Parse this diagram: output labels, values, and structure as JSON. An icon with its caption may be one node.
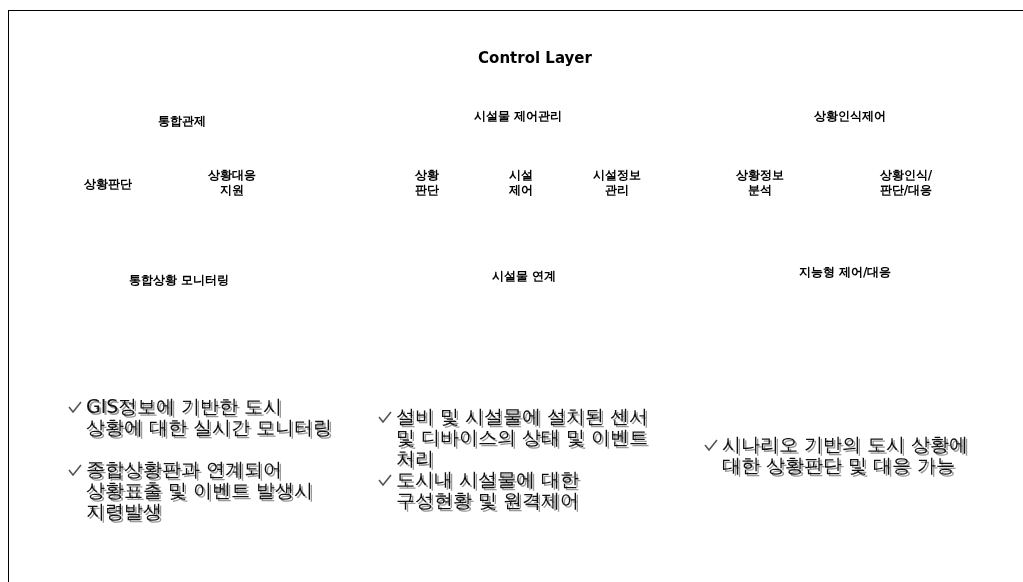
{
  "diagram": {
    "title": "Control Layer",
    "labels": [
      "통합관제",
      "시설물 제어관리",
      "상황인식제어",
      "상황판단",
      "상황대응 지원",
      "상황 판단",
      "시설 제어",
      "시설정보 관리",
      "상황정보 분석",
      "상황인식/ 판단/대응",
      "통합상황 모니터링",
      "시설물 연계",
      "지능형 제어/대응",
      "GIS정보에 기반한 도시 상황에 대한 실시간 모니터링",
      "종합상황판과 연계되어 상황표출 및 이벤트 발생시 지령발생",
      "설비 및 시설물에 설치된 센서 및 디바이스의 상태 및 이벤트 처리",
      "도시내 시설물에 대한 구성현황 및 원격제어",
      "시나리오 기반의 도시 상황에 대한 상황판단 및 대응 가능"
    ]
  }
}
